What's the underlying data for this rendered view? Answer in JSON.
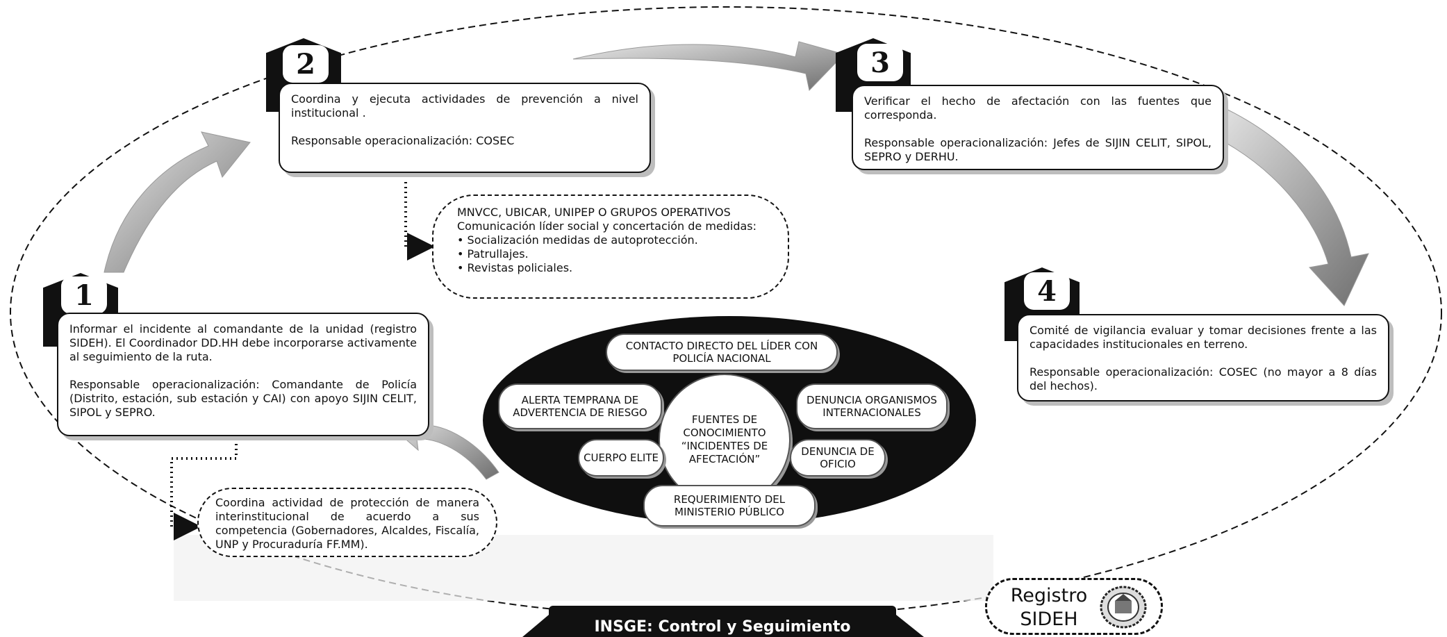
{
  "steps": [
    {
      "number": "1",
      "text": "Informar el incidente al comandante de la unidad (registro SIDEH). El Coordinador DD.HH debe incorporarse activamente al seguimiento de la ruta.",
      "responsable": "Responsable operacionalización: Comandante de Policía (Distrito, estación, sub estación y CAI) con apoyo SIJIN CELIT, SIPOL y SEPRO."
    },
    {
      "number": "2",
      "text": "Coordina y ejecuta actividades de prevención a nivel institucional .",
      "responsable": "Responsable operacionalización: COSEC"
    },
    {
      "number": "3",
      "text": "Verificar el hecho de afectación con las fuentes que corresponda.",
      "responsable": "Responsable operacionalización: Jefes de SIJIN CELIT, SIPOL, SEPRO y DERHU."
    },
    {
      "number": "4",
      "text": "Comité de vigilancia evaluar y tomar decisiones frente a las capacidades institucionales en terreno.",
      "responsable": "Responsable operacionalización: COSEC (no mayor a 8 días del hechos)."
    }
  ],
  "operativos": {
    "line1": "MNVCC, UBICAR, UNIPEP O GRUPOS OPERATIVOS",
    "line2": "Comunicación líder social y concertación de medidas:",
    "bullets": [
      "Socialización medidas de autoprotección.",
      "Patrullajes.",
      "Revistas policiales."
    ]
  },
  "proteccion": {
    "text": "Coordina actividad de protección de manera interinstitucional de acuerdo a sus competencia (Gobernadores, Alcaldes, Fiscalía, UNP y Procuraduría FF.MM)."
  },
  "fuentes": {
    "center": "FUENTES DE CONOCIMIENTO “INCIDENTES DE AFECTACIÓN”",
    "contacto": "CONTACTO DIRECTO DEL LÍDER CON POLICÍA NACIONAL",
    "alerta": "ALERTA TEMPRANA DE ADVERTENCIA DE RIESGO",
    "denuncia_org": "DENUNCIA ORGANISMOS INTERNACIONALES",
    "cuerpo": "CUERPO ELITE",
    "denuncia_oficio": "DENUNCIA DE OFICIO",
    "requerimiento": "REQUERIMIENTO DEL MINISTERIO PÚBLICO"
  },
  "footer": {
    "label": "INSGE: Control y Seguimiento"
  },
  "registro": {
    "line1": "Registro",
    "line2": "SIDEH"
  },
  "colors": {
    "dark": "#111111",
    "arrow": "#8a8a8a",
    "shadow": "#bdbdbd"
  }
}
